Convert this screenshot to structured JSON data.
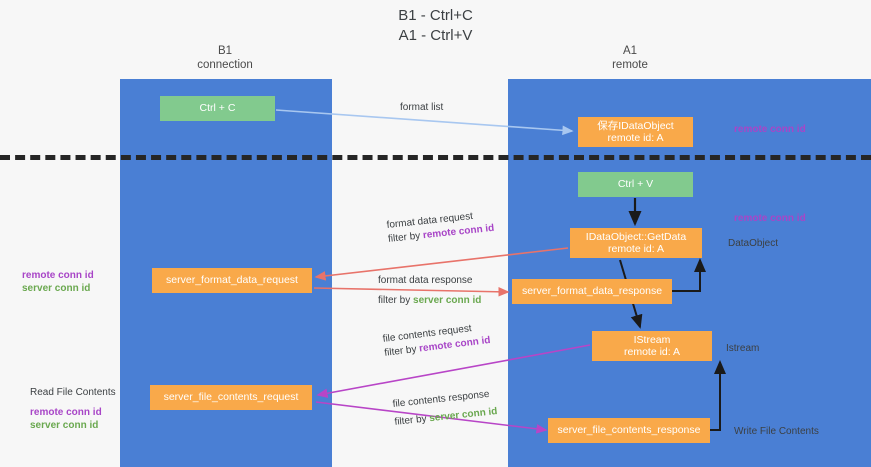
{
  "title": {
    "line1": "B1 - Ctrl+C",
    "line2": "A1 - Ctrl+V"
  },
  "columns": {
    "left": {
      "name": "B1",
      "role": "connection"
    },
    "right": {
      "name": "A1",
      "role": "remote"
    }
  },
  "boxes": {
    "ctrl_c": {
      "label": "Ctrl + C",
      "color": "#82ca8e"
    },
    "save_idataobject": {
      "line1": "保存IDataObject",
      "line2": "remote id: A",
      "color": "#f9a94a"
    },
    "ctrl_v": {
      "label": "Ctrl + V",
      "color": "#82ca8e"
    },
    "getdata": {
      "line1": "IDataObject::GetData",
      "line2": "remote id: A",
      "color": "#f9a94a"
    },
    "server_format_data_request": {
      "label": "server_format_data_request",
      "color": "#f9a94a"
    },
    "server_format_data_response": {
      "label": "server_format_data_response",
      "color": "#f9a94a"
    },
    "istream": {
      "line1": "IStream",
      "line2": "remote id: A",
      "color": "#f9a94a"
    },
    "server_file_contents_request": {
      "label": "server_file_contents_request",
      "color": "#f9a94a"
    },
    "server_file_contents_response": {
      "label": "server_file_contents_response",
      "color": "#f9a94a"
    }
  },
  "edge_labels": {
    "format_list": "format list",
    "format_data_request": "format data request",
    "format_data_request_filter_prefix": "filter by ",
    "format_data_request_filter_key": "remote conn id",
    "format_data_response": "format data response",
    "format_data_response_filter_prefix": "filter by ",
    "format_data_response_filter_key": "server conn id",
    "file_contents_request": "file contents request",
    "file_contents_request_filter_prefix": "filter by ",
    "file_contents_request_filter_key": "remote conn id",
    "file_contents_response": "file contents response",
    "file_contents_response_filter_prefix": "filter by ",
    "file_contents_response_filter_key": "server conn id"
  },
  "annotations": {
    "right_remote_conn_id_top": "remote conn id",
    "right_remote_conn_id_mid": "remote conn id",
    "right_dataobject": "DataObject",
    "right_istream": "Istream",
    "right_write_file_contents": "Write File Contents",
    "left_read_file_contents": "Read File Contents",
    "left_remote_conn_id_a": "remote conn id",
    "left_server_conn_id_a": "server conn id",
    "left_remote_conn_id_b": "remote conn id",
    "left_server_conn_id_b": "server conn id"
  },
  "colors": {
    "lane": "#4a7fd4",
    "green_box": "#82ca8e",
    "orange_box": "#f9a94a",
    "remote_key": "#a845c7",
    "server_key": "#6aa84f",
    "arrow_blue": "#a8c7f0",
    "arrow_red": "#e8736a",
    "arrow_magenta": "#b845c7",
    "arrow_black": "#1a1a1a",
    "separator": "#262626",
    "background": "#f7f7f7"
  }
}
